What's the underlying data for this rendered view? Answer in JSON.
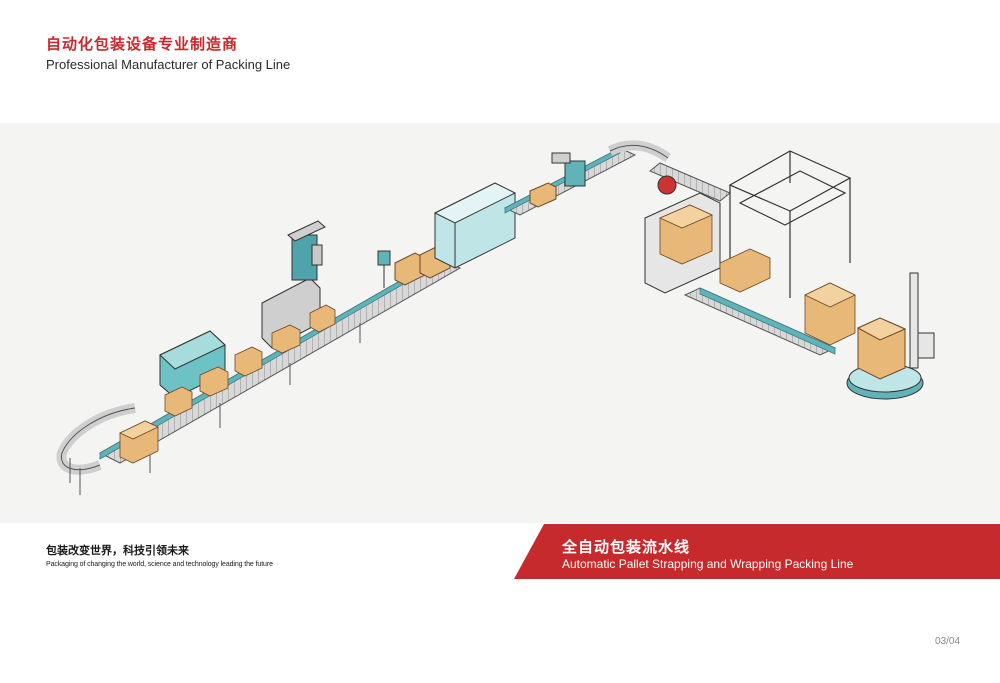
{
  "header": {
    "title_cn": "自动化包装设备专业制造商",
    "title_en": "Professional Manufacturer of Packing Line"
  },
  "slogan": {
    "cn": "包装改变世界，科技引领未来",
    "en": "Packaging of changing the world, science and technology leading the future"
  },
  "banner": {
    "title_cn": "全自动包装流水线",
    "title_en": "Automatic Pallet Strapping and Wrapping Packing Line"
  },
  "page_number": "03/04",
  "colors": {
    "accent_red": "#c62a2c",
    "band_gray": "#f4f4f2",
    "machine_teal": "#5fb3b9",
    "box_tan": "#e8b878"
  }
}
